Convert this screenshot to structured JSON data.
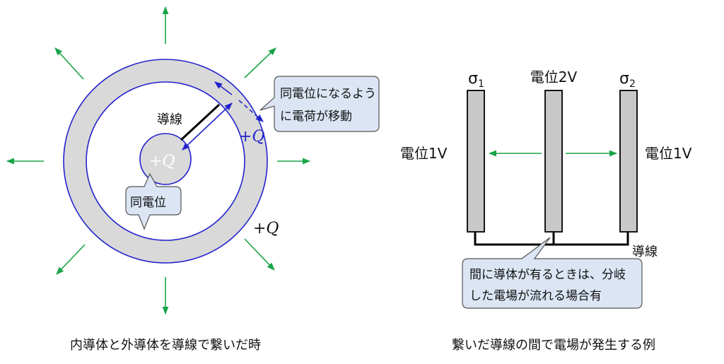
{
  "left_figure": {
    "caption": "内導体と外導体を導線で繋いだ時",
    "wire_label": "導線",
    "inner_charge": "+Q",
    "shell_inner_charge": "+Q",
    "shell_outer_charge": "+Q",
    "callout_move": [
      "同電位になるよう",
      "に電荷が移動"
    ],
    "callout_same": "同電位",
    "colors": {
      "field_arrow": "#1aa34a",
      "conductor_edge": "#2222cc",
      "fill": "#d9d9d9",
      "callout_bg": "#dbe5f3"
    }
  },
  "right_figure": {
    "caption": "繋いだ導線の間で電場が発生する例",
    "plate1_label": "σ",
    "plate1_sub": "1",
    "plate2_label": "σ",
    "plate2_sub": "2",
    "middle_label": "電位2V",
    "left_potential": "電位1V",
    "right_potential": "電位1V",
    "wire_label": "導線",
    "callout": [
      "間に導体が有るときは、分岐",
      "した電場が流れる場合有"
    ],
    "colors": {
      "plate_fill": "#c8c8c8",
      "field_arrow": "#1aa34a",
      "callout_bg": "#dbe5f3"
    }
  }
}
